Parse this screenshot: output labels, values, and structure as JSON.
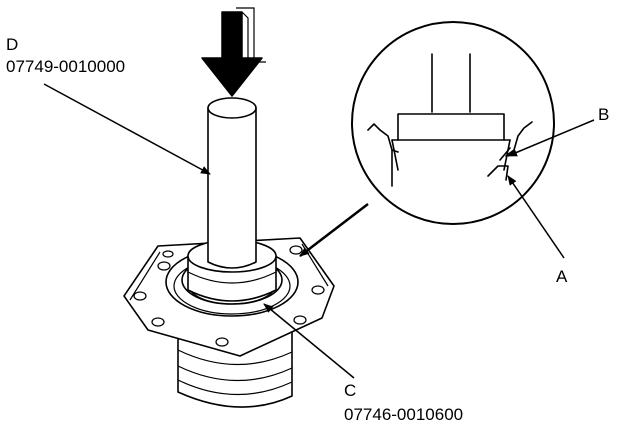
{
  "labels": {
    "d_letter": "D",
    "d_part": "07749-0010000",
    "c_letter": "C",
    "c_part": "07746-0010600",
    "b_letter": "B",
    "a_letter": "A"
  }
}
